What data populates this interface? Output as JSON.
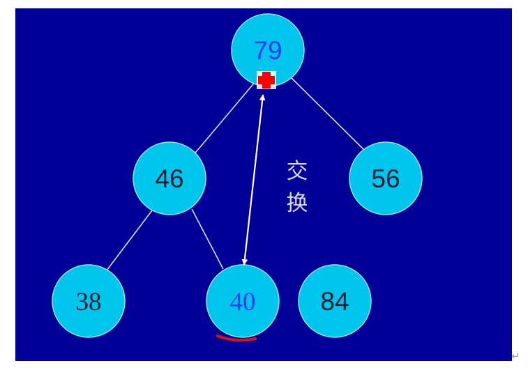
{
  "diagram": {
    "nodes": [
      {
        "id": "n79",
        "label": "79",
        "text_color": "#1f3cff",
        "font": "sans"
      },
      {
        "id": "n46",
        "label": "46",
        "text_color": "#0d1a33",
        "font": "sans"
      },
      {
        "id": "n56",
        "label": "56",
        "text_color": "#0d1a33",
        "font": "sans"
      },
      {
        "id": "n38",
        "label": "38",
        "text_color": "#0d1a33",
        "font": "serif"
      },
      {
        "id": "n40",
        "label": "40",
        "text_color": "#1f3cff",
        "font": "serif"
      },
      {
        "id": "n84",
        "label": "84",
        "text_color": "#0d1a33",
        "font": "sans"
      }
    ],
    "edges": [
      {
        "from": "n79",
        "to": "n46"
      },
      {
        "from": "n79",
        "to": "n56"
      },
      {
        "from": "n46",
        "to": "n38"
      },
      {
        "from": "n46",
        "to": "n40"
      }
    ],
    "swap_arrow": {
      "from": "n40",
      "to": "n79"
    },
    "swap_label": [
      "交",
      "换"
    ],
    "colors": {
      "background": "#000099",
      "node_fill": "#00c6ee",
      "node_stroke": "#8fe7ff",
      "edge": "#d9e4ff",
      "arrow": "#ffffff",
      "swap_label": "#d8d8f0",
      "marker": "#ff0000",
      "underline": "#dd1111"
    },
    "marker_icon": "red-cross-marker",
    "underline_target": "n40"
  },
  "page": {
    "return_mark": "↵"
  }
}
